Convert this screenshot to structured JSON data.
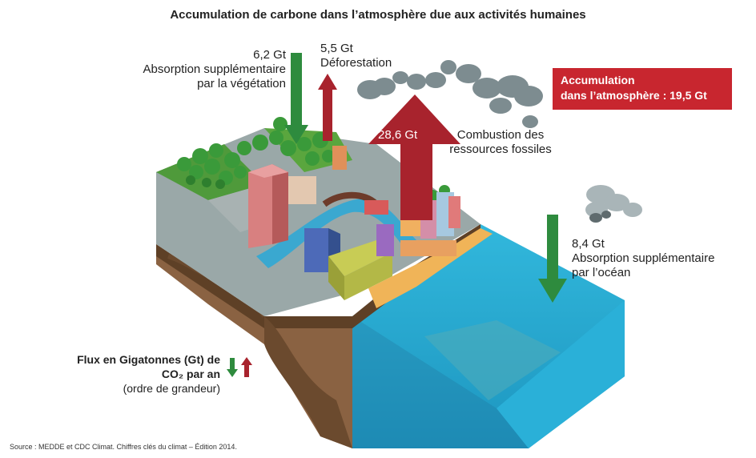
{
  "title": "Accumulation de carbone dans l’atmosphère due aux activités humaines",
  "flows": {
    "vegetation": {
      "value": "6,2 Gt",
      "line1": "Absorption supplémentaire",
      "line2": "par la végétation",
      "direction": "down",
      "color": "#2e8b3e"
    },
    "deforestation": {
      "value": "5,5 Gt",
      "label": "Déforestation",
      "direction": "up",
      "color": "#a8232d"
    },
    "fossil": {
      "value": "28,6 Gt",
      "line1": "Combustion des",
      "line2": "ressources fossiles",
      "direction": "up",
      "color": "#a8232d"
    },
    "ocean": {
      "value": "8,4 Gt",
      "line1": "Absorption supplémentaire",
      "line2": "par l’océan",
      "direction": "down",
      "color": "#2e8b3e"
    }
  },
  "accumulation": {
    "line1": "Accumulation",
    "line2": "dans l’atmosphère : 19,5 Gt",
    "color": "#c8262f"
  },
  "legend": {
    "line1": "Flux en Gigatonnes (Gt) de",
    "line2": "CO₂ par an",
    "line3": "(ordre de grandeur)"
  },
  "source": "Source : MEDDE et CDC Climat. Chiffres clés du climat – Édition 2014."
}
